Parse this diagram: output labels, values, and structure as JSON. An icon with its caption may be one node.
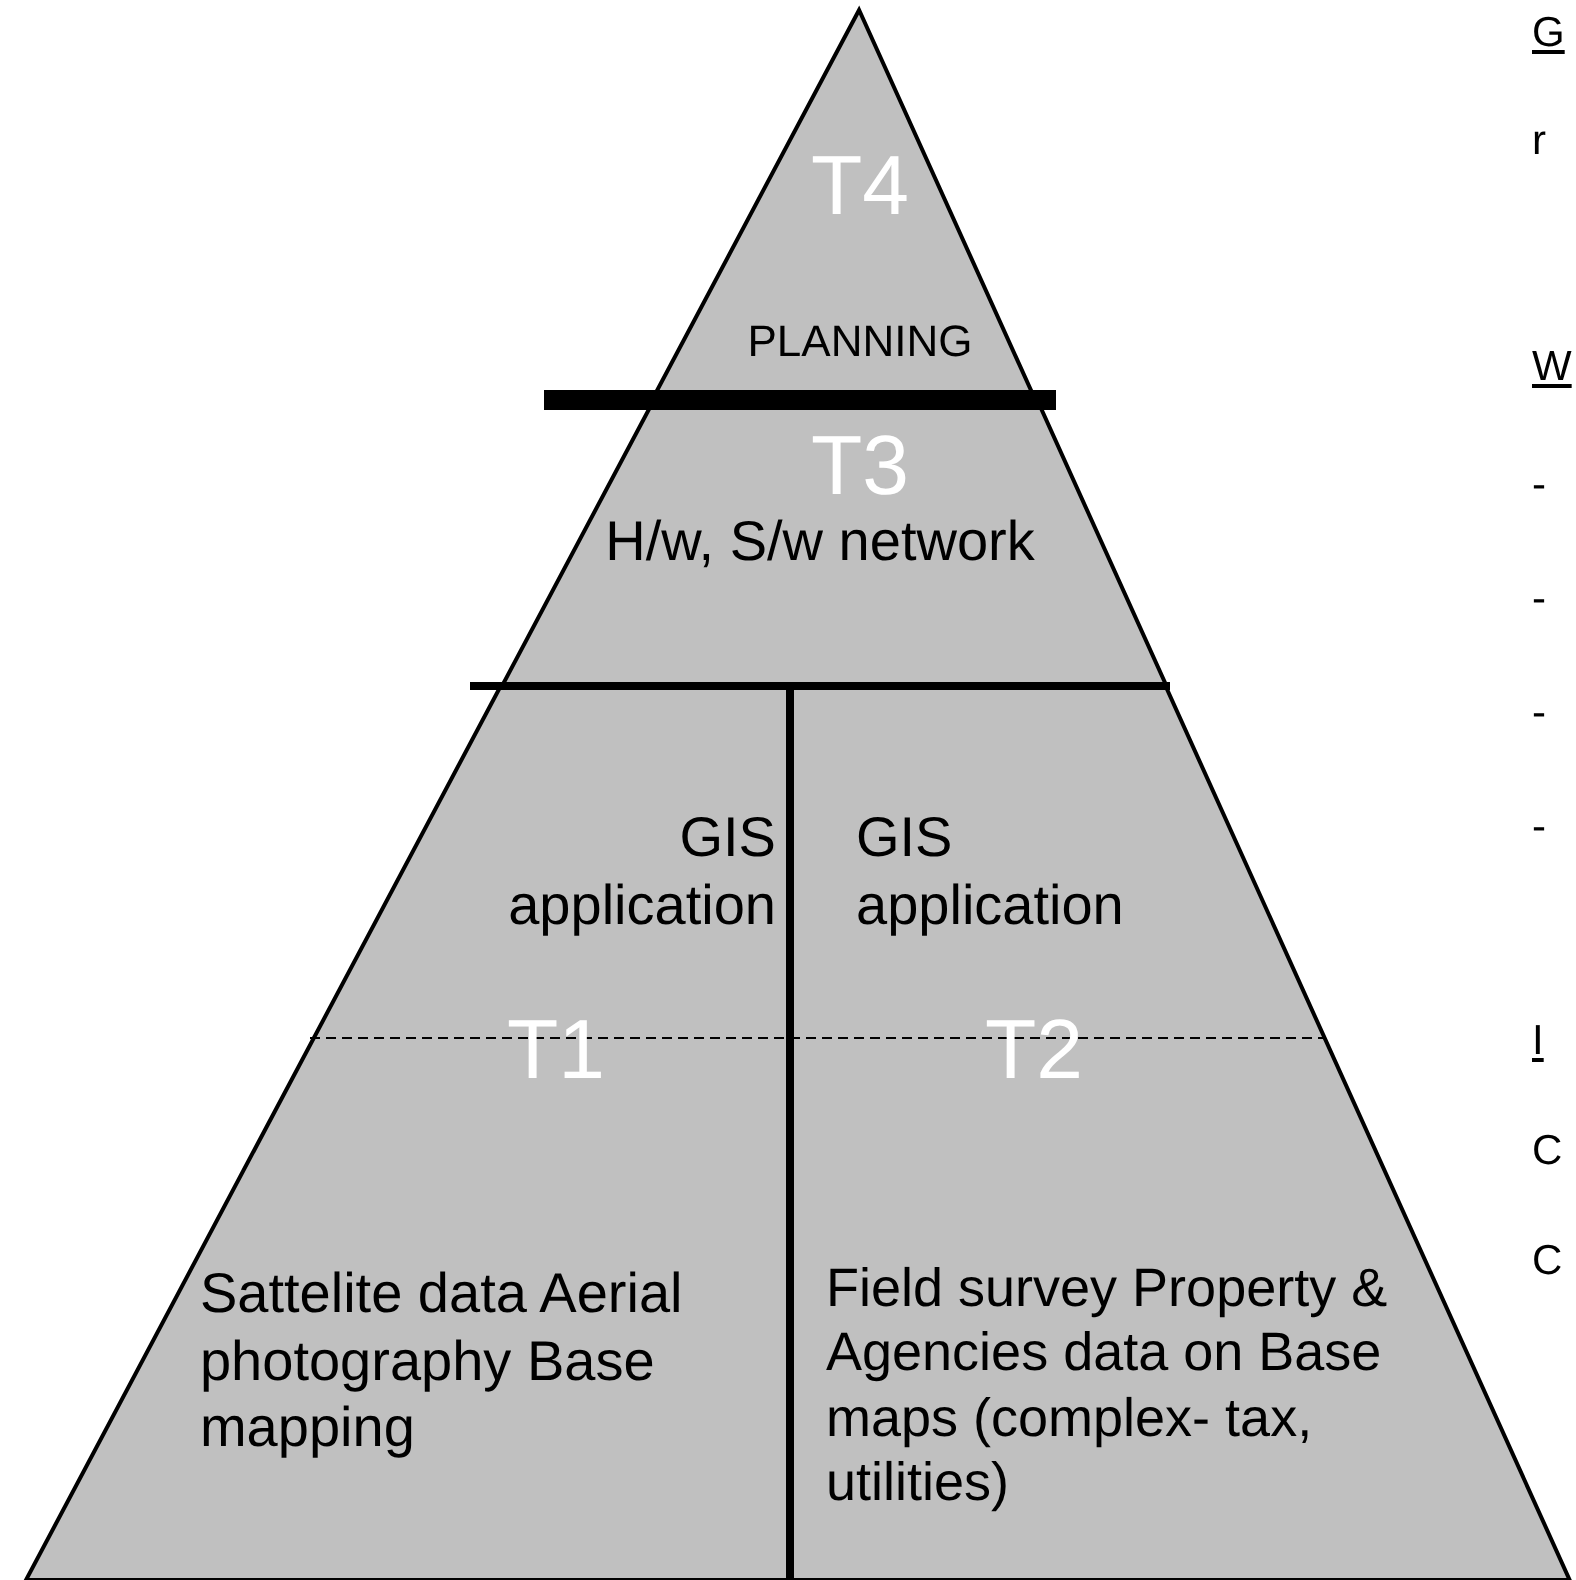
{
  "diagram": {
    "nodes": [
      {
        "text": [
          "T4",
          "PLANNING"
        ]
      },
      {
        "text": [
          "T3",
          "H/w, S/w network"
        ]
      },
      {
        "text": [
          "GIS application",
          "T1",
          "Sattelite data Aerial photography Base mapping"
        ]
      },
      {
        "text": [
          "GIS application",
          "T2",
          "Field survey Property & Agencies data on Base maps (complex- tax, utilities)"
        ]
      }
    ],
    "labels": [
      "G",
      "r",
      "W",
      "-",
      "-",
      "-",
      "-",
      "I",
      "C",
      "C"
    ]
  }
}
